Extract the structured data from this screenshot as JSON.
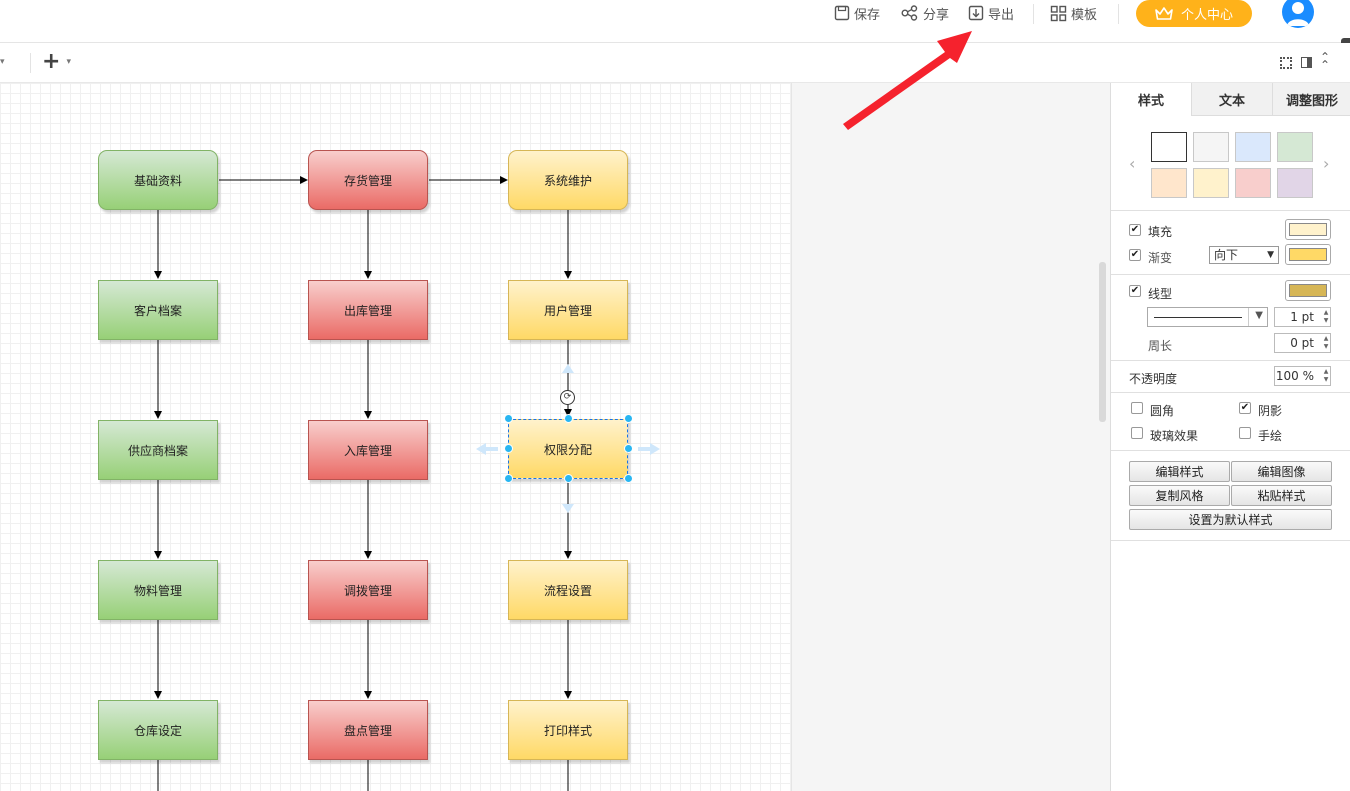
{
  "topbar": {
    "save": "保存",
    "share": "分享",
    "export": "导出",
    "template": "模板",
    "personal_center": "个人中心"
  },
  "toolbar2": {
    "add_label": "+"
  },
  "diagram": {
    "columns": [
      [
        "基础资料",
        "客户档案",
        "供应商档案",
        "物料管理",
        "仓库设定"
      ],
      [
        "存货管理",
        "出库管理",
        "入库管理",
        "调拨管理",
        "盘点管理"
      ],
      [
        "系统维护",
        "用户管理",
        "权限分配",
        "流程设置",
        "打印样式"
      ]
    ],
    "selected_node": "权限分配"
  },
  "panel": {
    "tabs": [
      "样式",
      "文本",
      "调整图形"
    ],
    "palette": [
      "#ffffff",
      "#f5f5f5",
      "#dae8fc",
      "#d5e8d4",
      "#ffe6cc",
      "#fff2cc",
      "#f8cecc",
      "#e1d5e7"
    ],
    "fill_label": "填充",
    "fill_color": "#fff2cc",
    "gradient_label": "渐变",
    "gradient_direction": "向下",
    "gradient_color": "#ffd966",
    "line_label": "线型",
    "line_color": "#d6b656",
    "line_width": "1 pt",
    "perimeter_label": "周长",
    "perimeter_value": "0 pt",
    "opacity_label": "不透明度",
    "opacity_value": "100 %",
    "rounded_label": "圆角",
    "shadow_label": "阴影",
    "glass_label": "玻璃效果",
    "sketch_label": "手绘",
    "edit_style": "编辑样式",
    "edit_image": "编辑图像",
    "copy_style": "复制风格",
    "paste_style": "粘贴样式",
    "set_default": "设置为默认样式"
  },
  "colors": {
    "accent": "#ffb21a",
    "arrow": "#f5222d",
    "selection": "#29b6f2"
  }
}
